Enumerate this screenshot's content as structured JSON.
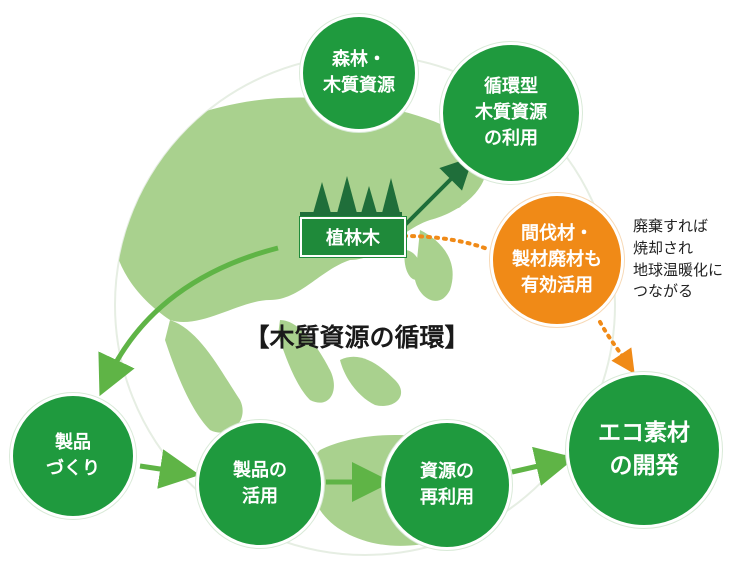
{
  "title": "【木質資源の循環】",
  "planting_label": "植林木",
  "nodes": {
    "forest": "森林・\n木質資源",
    "circular": "循環型\n木質資源\nの利用",
    "product_making": "製品\nづくり",
    "product_use": "製品の\n活用",
    "resource_reuse": "資源の\n再利用",
    "eco_material": "エコ素材\nの開発",
    "offcuts": "間伐材・\n製材廃材も\n有効活用"
  },
  "note": "廃棄すれば\n焼却され\n地球温暖化に\nつながる",
  "colors": {
    "node_green": "#1f9a3e",
    "node_orange": "#f08a17",
    "globe_land": "#a9d18e",
    "arrow_green": "#5fb446",
    "arrow_dark": "#1f6e3a"
  }
}
